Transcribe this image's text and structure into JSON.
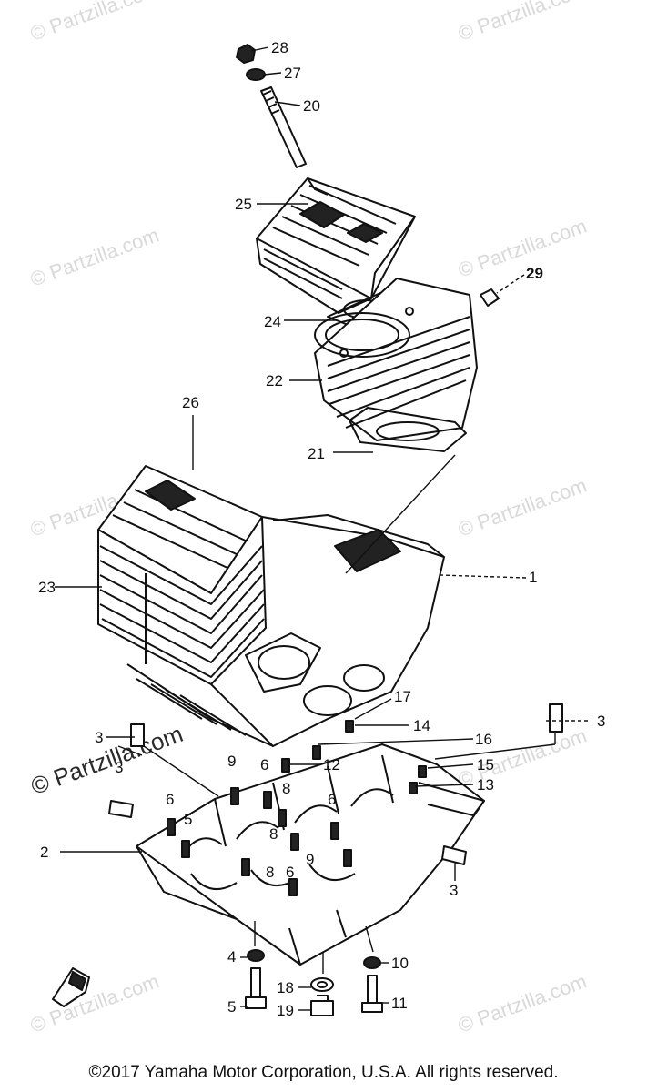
{
  "watermark": "© Partzilla.com",
  "watermark_strong": "© Partzilla.com",
  "copyright": "©2017  Yamaha Motor Corporation, U.S.A. All rights reserved.",
  "callouts": {
    "c1": "1",
    "c2": "2",
    "c3a": "3",
    "c3b": "3",
    "c3c": "3",
    "c3d": "3",
    "c4": "4",
    "c5a": "5",
    "c5b": "5",
    "c6a": "6",
    "c6b": "6",
    "c6c": "6",
    "c6d": "6",
    "c8a": "8",
    "c8b": "8",
    "c8c": "8",
    "c9a": "9",
    "c9b": "9",
    "c10": "10",
    "c11": "11",
    "c12": "12",
    "c13": "13",
    "c14": "14",
    "c15": "15",
    "c16": "16",
    "c17": "17",
    "c18": "18",
    "c19": "19",
    "c20": "20",
    "c21": "21",
    "c22": "22",
    "c23": "23",
    "c24": "24",
    "c25": "25",
    "c26": "26",
    "c27": "27",
    "c28": "28",
    "c29": "29"
  }
}
